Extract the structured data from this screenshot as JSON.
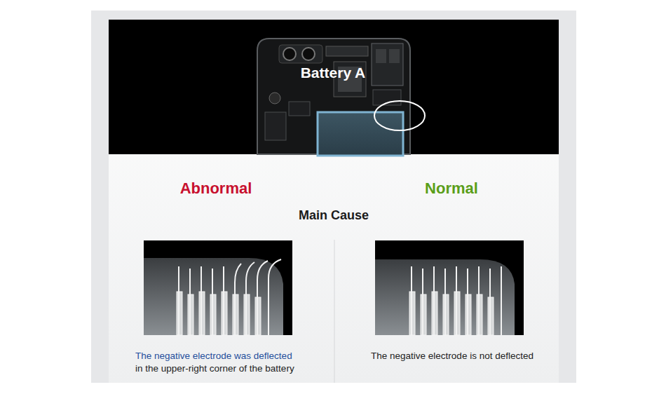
{
  "diagram": {
    "labels": [
      "Battery A",
      "Abnormal",
      "Normal",
      "Main Cause",
      "The negative electrode was deflected",
      "in the upper-right corner of the battery",
      "The negative electrode is not deflected"
    ]
  }
}
